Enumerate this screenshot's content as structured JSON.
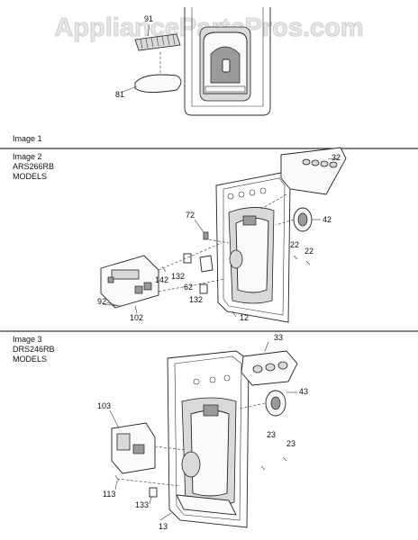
{
  "watermark": "AppliancePartsPros.com",
  "sections": [
    {
      "caption_lines": [
        "Image 1"
      ]
    },
    {
      "caption_lines": [
        "Image 2",
        "ARS266RB",
        "MODELS"
      ]
    },
    {
      "caption_lines": [
        "Image 3",
        "DRS246RB",
        "MODELS"
      ]
    }
  ],
  "callouts": {
    "p91": "91",
    "p81": "81",
    "p32": "32",
    "p72": "72",
    "p42": "42",
    "p22a": "22",
    "p22b": "22",
    "p142": "142",
    "p132a": "132",
    "p62": "62",
    "p132b": "132",
    "p92": "92",
    "p102": "102",
    "p12": "12",
    "p33": "33",
    "p43": "43",
    "p103": "103",
    "p23a": "23",
    "p23b": "23",
    "p113": "113",
    "p133": "133",
    "p13": "13"
  }
}
